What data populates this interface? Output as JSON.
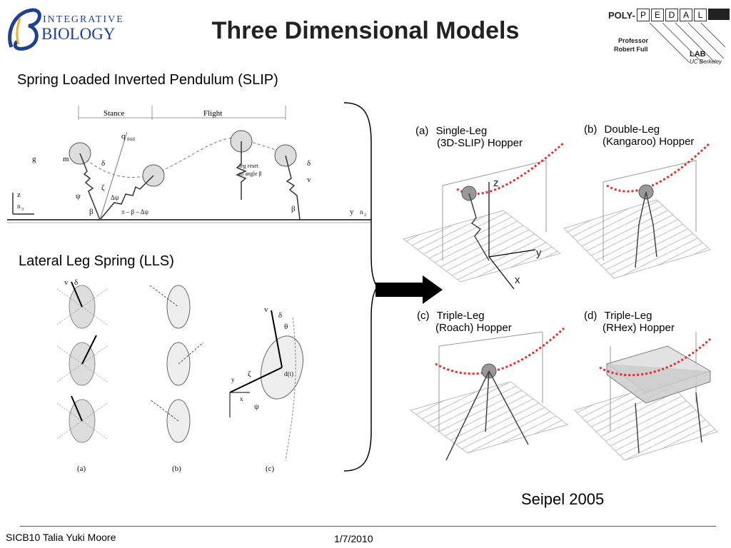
{
  "title": "Three Dimensional Models",
  "logos": {
    "integrative_biology": {
      "line1": "INTEGRATIVE",
      "line2": "BIOLOGY"
    },
    "poly_pedal": {
      "poly": "POLY-",
      "letters": [
        "P",
        "E",
        "D",
        "A",
        "L"
      ],
      "professor": "Professor",
      "name": "Robert Full",
      "lab": "LAB",
      "institution": "UC Berkeley"
    }
  },
  "sections": {
    "slip_label": "Spring Loaded Inverted Pendulum (SLIP)",
    "lls_label": "Lateral Leg Spring (LLS)"
  },
  "slip_figure": {
    "stance": "Stance",
    "flight": "Flight",
    "g": "g",
    "m": "m",
    "q_mid": "q",
    "q_mid_sub": "mid",
    "leg_reset": "leg reset",
    "to_angle": "to angle β",
    "z": "z",
    "n3": "n",
    "n3_sub": "3",
    "y": "y",
    "n2": "n",
    "n2_sub": "2",
    "beta": "β",
    "psi": "ψ",
    "zeta": "ζ",
    "delta_psi": "Δψ",
    "angle_expr": "π – β – Δψ",
    "delta_n": "δ",
    "delta_n1": "δ",
    "v_n1": "v"
  },
  "lls_figure": {
    "panel_a": "(a)",
    "panel_b": "(b)",
    "panel_c": "(c)",
    "v": "v",
    "delta": "δ",
    "theta": "θ",
    "zeta": "ζ",
    "psi": "ψ",
    "d_t": "d(t)",
    "x": "x",
    "y": "y"
  },
  "hoppers": [
    {
      "tag": "(a)",
      "line1": "Single-Leg",
      "line2": "(3D-SLIP) Hopper"
    },
    {
      "tag": "(b)",
      "line1": "Double-Leg",
      "line2": "(Kangaroo) Hopper"
    },
    {
      "tag": "(c)",
      "line1": "Triple-Leg",
      "line2": "(Roach) Hopper"
    },
    {
      "tag": "(d)",
      "line1": "Triple-Leg",
      "line2": "(RHex) Hopper"
    }
  ],
  "axis_labels": {
    "z": "z",
    "y": "y",
    "x": "x"
  },
  "citation": "Seipel 2005",
  "footer": {
    "author": "SICB10 Talia Yuki Moore",
    "date": "1/7/2010"
  },
  "colors": {
    "logo_blue": "#1f3f8f",
    "trajectory_red": "#e03030",
    "arrow": "#000000"
  }
}
